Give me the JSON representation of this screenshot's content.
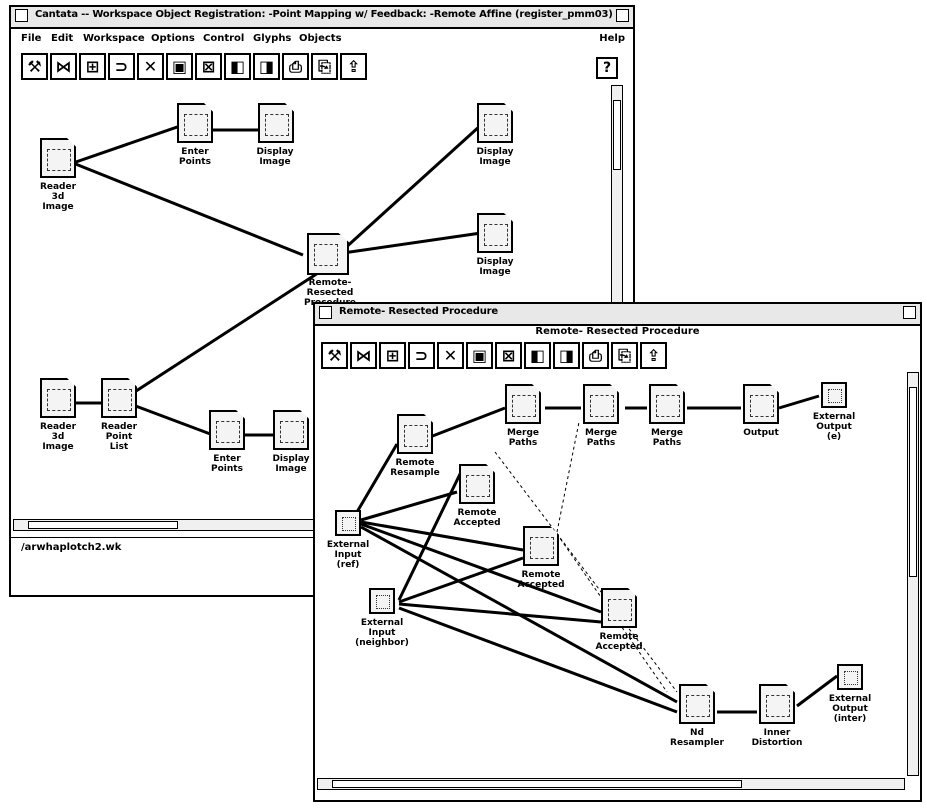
{
  "win1": {
    "title": "Cantata -- Workspace Object Registration: -Point Mapping w/ Feedback: -Remote Affine (register_pmm03)",
    "menus": [
      "File",
      "Edit",
      "Workspace",
      "Options",
      "Control",
      "Glyphs",
      "Objects"
    ],
    "help_menu": "Help",
    "status": "/arwhaplotch2.wk",
    "nodes": {
      "reference_image": "Reader\n3d\nImage",
      "input_points": "Enter\nPoints",
      "display_image_1": "Display\nImage",
      "display_image_2": "Display\nImage",
      "display_image_3": "Display\nImage",
      "remote_procedure": "Remote- Resected\nProcedure",
      "reader_image_2": "Reader\n3d\nImage",
      "reader_points_list": "Reader\nPoint\nList",
      "enter_points_2": "Enter\nPoints",
      "display_image_4": "Display\nImage"
    }
  },
  "win2": {
    "title": "Remote- Resected Procedure",
    "canvas_title": "Remote- Resected Procedure",
    "nodes": {
      "remote_resample": "Remote\nResample",
      "merge_paths_1": "Merge\nPaths",
      "merge_paths_2": "Merge\nPaths",
      "merge_paths_3": "Merge\nPaths",
      "output": "Output",
      "external_output": "External\nOutput\n(e)",
      "remote_accepted_1": "Remote\nAccepted",
      "remote_accepted_2": "Remote\nAccepted",
      "remote_accepted_3": "Remote\nAccepted",
      "external_input_ref": "External\nInput\n(ref)",
      "external_input_neighbor": "External\nInput\n(neighbor)",
      "nn_resampler": "Nd\nResampler",
      "inner_distortion": "Inner\nDistortion",
      "external_output_inter": "External\nOutput\n(inter)"
    }
  },
  "icons": [
    "run-icon",
    "split-icon",
    "grid-icon",
    "undo-icon",
    "delete-icon",
    "glyph-a-icon",
    "glyph-b-icon",
    "save-icon",
    "save-as-icon",
    "print-icon",
    "print-all-icon",
    "export-icon",
    "help-icon"
  ]
}
